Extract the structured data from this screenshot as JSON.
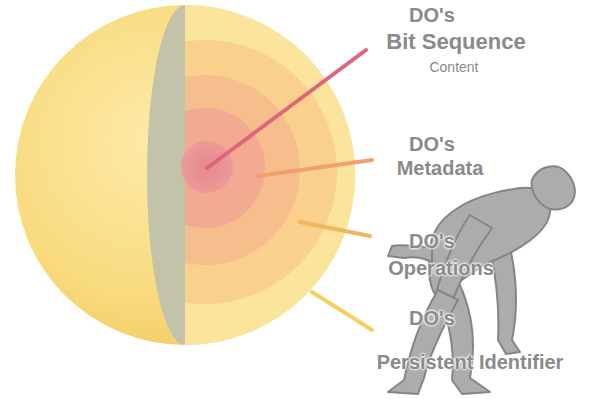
{
  "diagram": {
    "labels": [
      "DO's",
      "Bit Sequence",
      "Content",
      "DO's",
      "Metadata",
      "DO's",
      "Operations",
      "DO's",
      "Persistent Identifier"
    ]
  }
}
